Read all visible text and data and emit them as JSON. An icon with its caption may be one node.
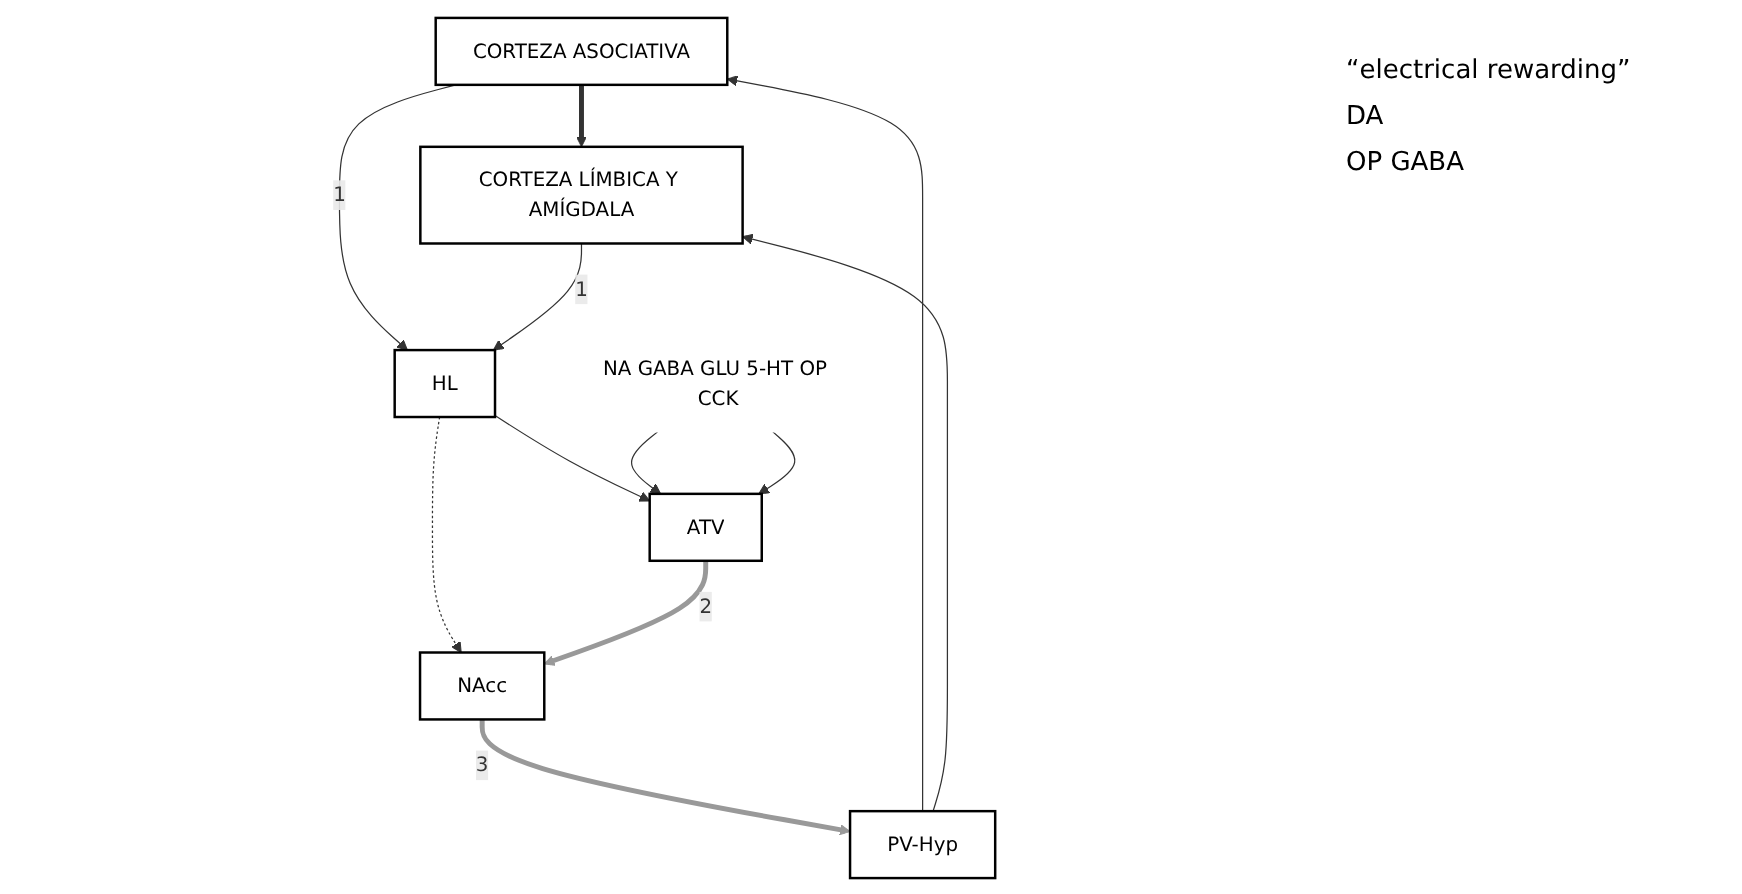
{
  "diagram": {
    "nodes": [
      {
        "text": [
          "CORTEZA ASOCIATIVA"
        ]
      },
      {
        "text": [
          "CORTEZA LÍMBICA Y AMÍGDALA"
        ]
      },
      {
        "text": [
          "HL"
        ]
      },
      {
        "text": [
          "NAcc"
        ]
      },
      {
        "text": [
          "ATV"
        ]
      },
      {
        "text": [
          "PV-Hyp"
        ]
      },
      {
        "text": [
          "NA GABA GLU 5-HT OP CCK"
        ]
      }
    ],
    "edges": [
      {
        "from": 0,
        "to": 1,
        "arrow": "to",
        "style": "thick"
      },
      {
        "from": 0,
        "to": 2,
        "arrow": "to",
        "label": "1"
      },
      {
        "from": 1,
        "to": 2,
        "arrow": "to",
        "label": "1"
      },
      {
        "from": 2,
        "to": 3,
        "arrow": "to",
        "style": "dashed"
      },
      {
        "from": 2,
        "to": 4,
        "arrow": "to"
      },
      {
        "from": 4,
        "to": 3,
        "arrow": "to",
        "label": "2",
        "style": "thick",
        "color": "#999999"
      },
      {
        "from": 3,
        "to": 5,
        "arrow": "to",
        "label": "3",
        "style": "thick",
        "color": "#999999"
      },
      {
        "from": 5,
        "to": 0,
        "arrow": "to"
      },
      {
        "from": 5,
        "to": 1,
        "arrow": "to"
      },
      {
        "from": 6,
        "to": 4,
        "arrow": "to"
      },
      {
        "from": 6,
        "to": 4,
        "arrow": "to"
      }
    ],
    "labels": [
      "“electrical rewarding”",
      "DA",
      "OP GABA"
    ]
  }
}
